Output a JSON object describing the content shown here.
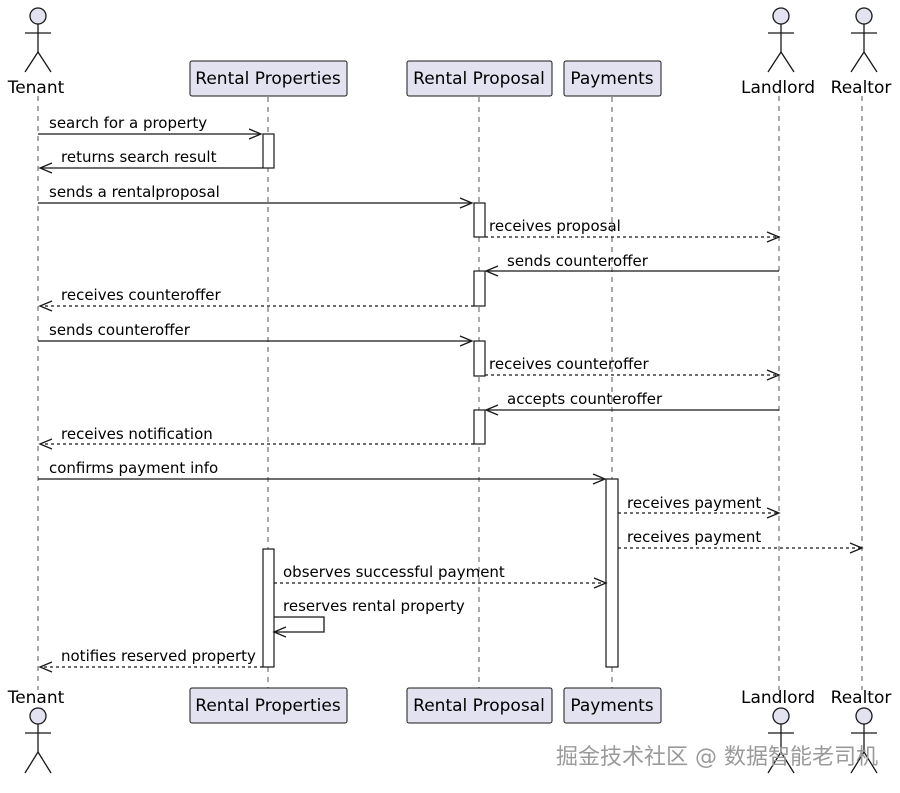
{
  "participants": [
    {
      "id": "tenant",
      "label": "Tenant",
      "kind": "actor"
    },
    {
      "id": "props",
      "label": "Rental Properties",
      "kind": "participant"
    },
    {
      "id": "proposal",
      "label": "Rental Proposal",
      "kind": "participant"
    },
    {
      "id": "payments",
      "label": "Payments",
      "kind": "participant"
    },
    {
      "id": "landlord",
      "label": "Landlord",
      "kind": "actor"
    },
    {
      "id": "realtor",
      "label": "Realtor",
      "kind": "actor"
    }
  ],
  "messages": [
    {
      "from": "tenant",
      "to": "props",
      "label": "search for a property",
      "style": "solid"
    },
    {
      "from": "props",
      "to": "tenant",
      "label": "returns search result",
      "style": "solid"
    },
    {
      "from": "tenant",
      "to": "proposal",
      "label": "sends a rentalproposal",
      "style": "solid"
    },
    {
      "from": "proposal",
      "to": "landlord",
      "label": "receives proposal",
      "style": "dashed"
    },
    {
      "from": "landlord",
      "to": "proposal",
      "label": "sends counteroffer",
      "style": "solid"
    },
    {
      "from": "proposal",
      "to": "tenant",
      "label": "receives counteroffer",
      "style": "dashed"
    },
    {
      "from": "tenant",
      "to": "proposal",
      "label": "sends counteroffer",
      "style": "solid"
    },
    {
      "from": "proposal",
      "to": "landlord",
      "label": "receives counteroffer",
      "style": "dashed"
    },
    {
      "from": "landlord",
      "to": "proposal",
      "label": "accepts counteroffer",
      "style": "solid"
    },
    {
      "from": "proposal",
      "to": "tenant",
      "label": "receives notification",
      "style": "dashed"
    },
    {
      "from": "tenant",
      "to": "payments",
      "label": "confirms payment info",
      "style": "solid"
    },
    {
      "from": "payments",
      "to": "landlord",
      "label": "receives payment",
      "style": "dashed"
    },
    {
      "from": "payments",
      "to": "realtor",
      "label": "receives payment",
      "style": "dashed"
    },
    {
      "from": "props",
      "to": "payments",
      "label": "observes successful payment",
      "style": "dashed"
    },
    {
      "from": "props",
      "to": "props",
      "label": "reserves rental property",
      "style": "solid"
    },
    {
      "from": "props",
      "to": "tenant",
      "label": "notifies reserved property",
      "style": "dashed"
    }
  ],
  "watermark": "掘金技术社区 @ 数据智能老司机"
}
